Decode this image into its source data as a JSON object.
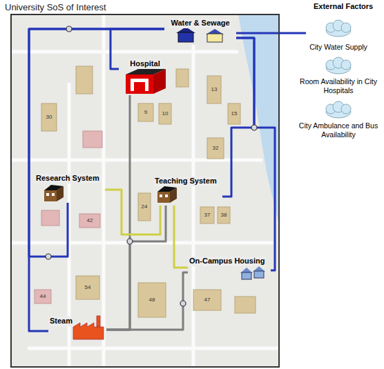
{
  "diagram": {
    "nodes": [
      {
        "text": [
          "University SoS of Interest"
        ]
      },
      {
        "text": [
          "Water & Sewage"
        ],
        "in": 0
      },
      {
        "text": [
          "Hospital"
        ],
        "in": 0
      },
      {
        "text": [
          "Research System"
        ],
        "in": 0
      },
      {
        "text": [
          "Teaching System"
        ],
        "in": 0
      },
      {
        "text": [
          "On-Campus Housing"
        ],
        "in": 0
      },
      {
        "text": [
          "Steam"
        ],
        "in": 0
      },
      {
        "text": [
          "City Water Supply"
        ]
      },
      {
        "text": [
          "Room Availability in City Hospitals"
        ]
      },
      {
        "text": [
          "City Ambulance and Bus Availability"
        ]
      }
    ],
    "edges": [
      {
        "from": 1,
        "to": 7,
        "arrow": "none"
      },
      {
        "from": 1,
        "to": 2,
        "arrow": "none"
      },
      {
        "from": 1,
        "to": 6,
        "arrow": "none"
      },
      {
        "from": 1,
        "to": 3,
        "arrow": "none"
      },
      {
        "from": 1,
        "to": 4,
        "arrow": "none"
      },
      {
        "from": 1,
        "to": 5,
        "arrow": "none"
      },
      {
        "from": 6,
        "to": 2,
        "arrow": "none"
      },
      {
        "from": 6,
        "to": 4,
        "arrow": "none"
      },
      {
        "from": 6,
        "to": 5,
        "arrow": "none"
      },
      {
        "from": 3,
        "to": 4,
        "arrow": "none"
      },
      {
        "from": 4,
        "to": 5,
        "arrow": "none"
      }
    ],
    "labels": [
      "External Factors",
      "9",
      "10",
      "13",
      "15",
      "32",
      "30",
      "42",
      "24",
      "37",
      "38",
      "44",
      "54",
      "48",
      "47"
    ]
  }
}
